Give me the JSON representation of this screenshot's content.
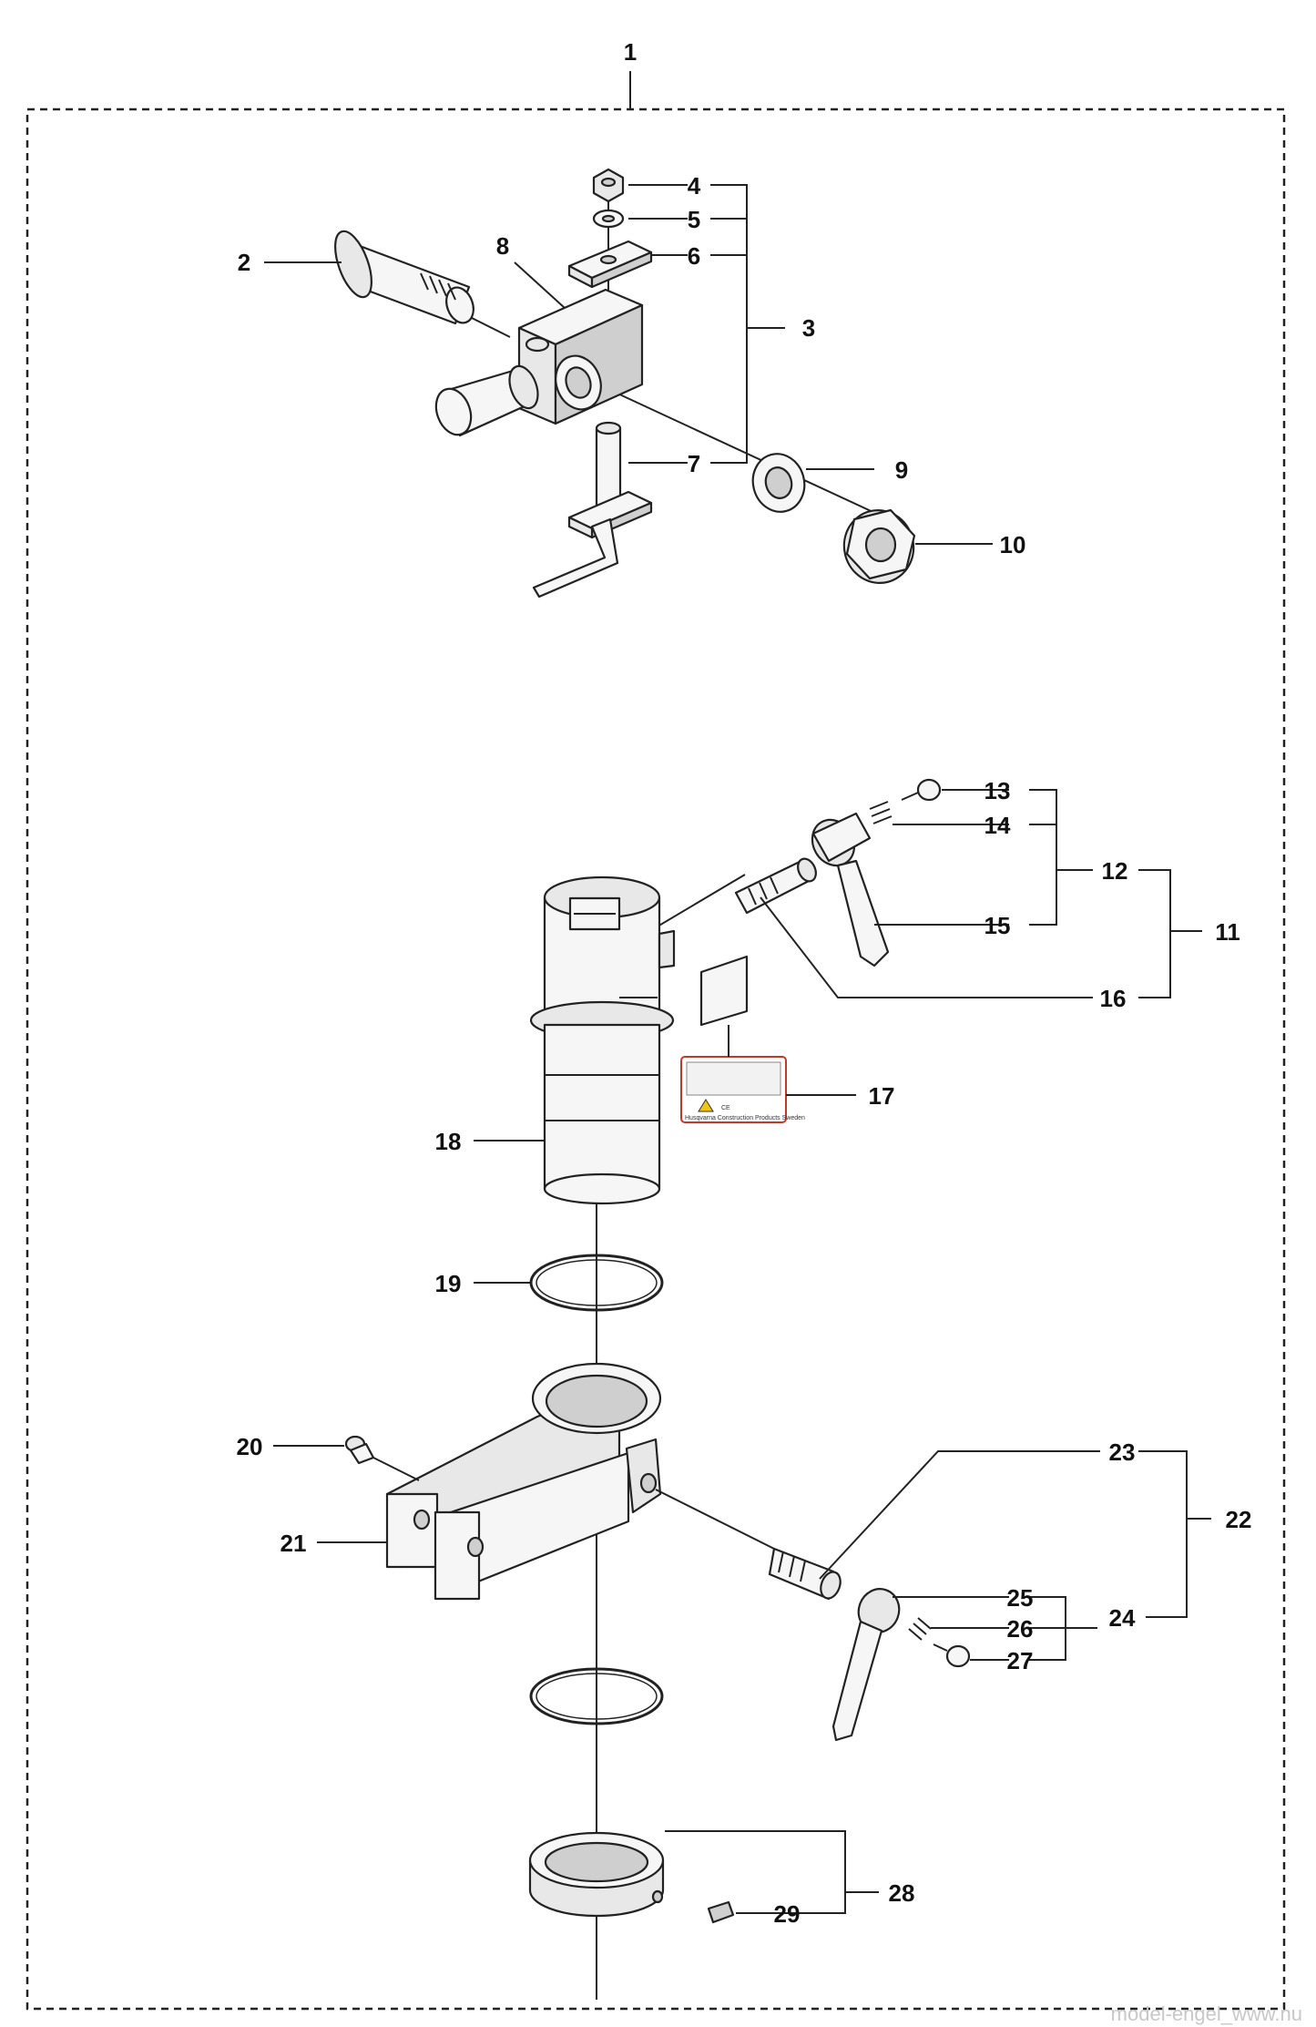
{
  "callouts": [
    "1",
    "2",
    "3",
    "4",
    "5",
    "6",
    "7",
    "8",
    "9",
    "10",
    "11",
    "12",
    "13",
    "14",
    "15",
    "16",
    "17",
    "18",
    "19",
    "20",
    "21",
    "22",
    "23",
    "24",
    "25",
    "26",
    "27",
    "28",
    "29"
  ],
  "decal": {
    "ce_mark": "CE",
    "manufacturer": "Husqvarna Construction Products Sweden"
  },
  "watermark": "model-engel_www.nu"
}
